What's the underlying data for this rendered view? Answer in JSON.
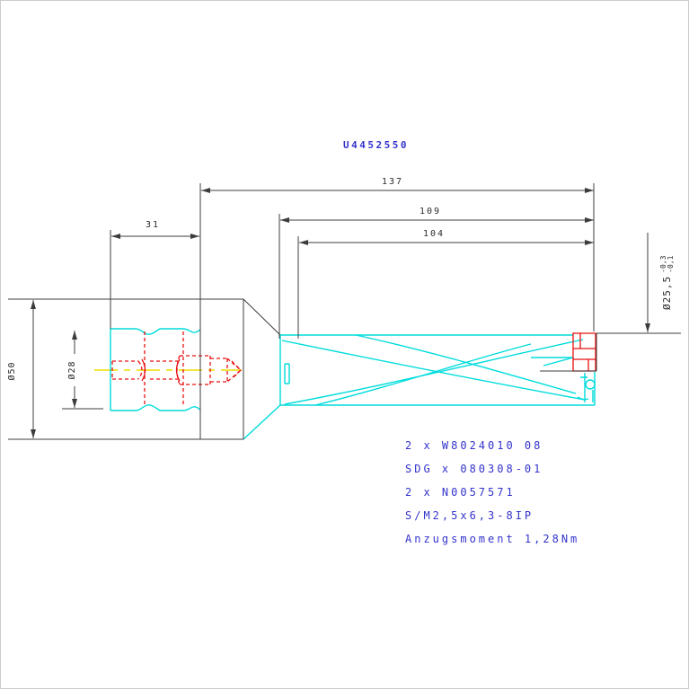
{
  "title": "U4452550",
  "colors": {
    "ink": "#3c3c3c",
    "cad-cyan": "#00dcdc",
    "cad-red": "#e81010",
    "cad-yellow": "#f0dc00",
    "cad-blue": "#3333cc",
    "dim-text": "#2b2b2b",
    "bg": "#ffffff",
    "border": "#cccccc"
  },
  "dimensions": {
    "length_total": "137",
    "length_to_flange": "109",
    "flute_length": "104",
    "shank_length": "31",
    "body_dia": "Ø50",
    "neck_dia": "Ø28",
    "tip_dia": "Ø25,5",
    "tip_tol_upper": "-0,3",
    "tip_tol_lower": "-0,1"
  },
  "notes": [
    "2 x W8024010 08",
    "SDG x 080308-01",
    "2 x N0057571",
    "S/M2,5x6,3-8IP",
    "Anzugsmoment 1,28Nm"
  ]
}
